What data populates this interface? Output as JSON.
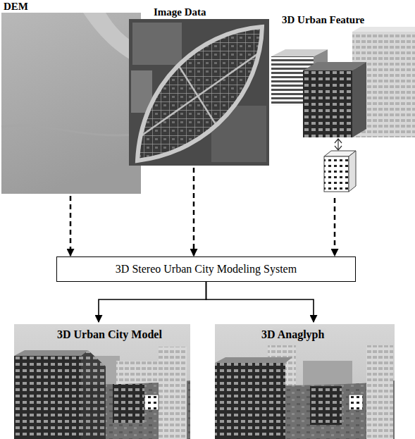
{
  "diagram": {
    "nodes": [
      {
        "text": [
          "DEM"
        ]
      },
      {
        "text": [
          "Image Data"
        ]
      },
      {
        "text": [
          "3D Urban Feature"
        ]
      },
      {
        "text": [
          "3D Stereo Urban City Modeling System"
        ]
      },
      {
        "text": [
          "3D Urban City Model"
        ]
      },
      {
        "text": [
          "3D Anaglyph"
        ]
      }
    ],
    "edges": [
      {
        "from": 0,
        "to": 3,
        "arrow": "to"
      },
      {
        "from": 1,
        "to": 3,
        "arrow": "to"
      },
      {
        "from": 2,
        "to": 3,
        "arrow": "to"
      },
      {
        "from": 3,
        "to": 4,
        "arrow": "to"
      },
      {
        "from": 3,
        "to": 5,
        "arrow": "to"
      }
    ]
  }
}
